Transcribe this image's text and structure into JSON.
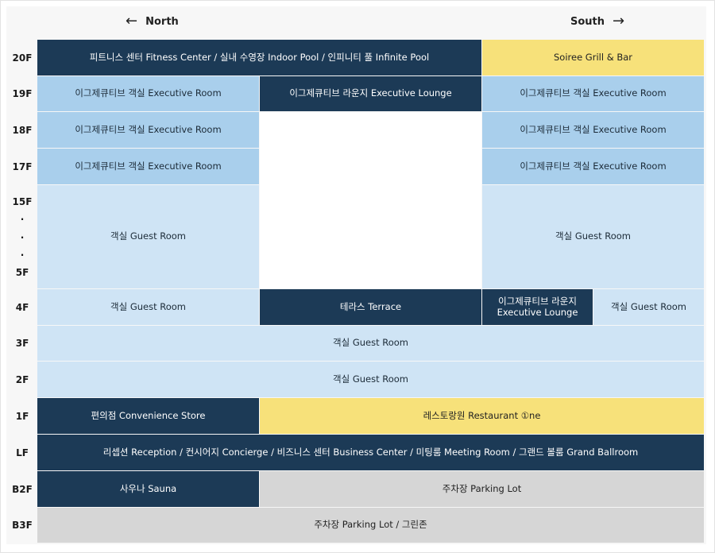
{
  "directions": {
    "north": {
      "label": "North",
      "arrow": "←"
    },
    "south": {
      "label": "South",
      "arrow": "→"
    }
  },
  "floors": {
    "f20": "20F",
    "f19": "19F",
    "f18": "18F",
    "f17": "17F",
    "f15_5": {
      "top": "15F",
      "dot1": "·",
      "dot2": "·",
      "dot3": "·",
      "bottom": "5F"
    },
    "f4": "4F",
    "f3": "3F",
    "f2": "2F",
    "f1": "1F",
    "lf": "LF",
    "b2f": "B2F",
    "b3f": "B3F"
  },
  "rooms": {
    "f20_north": "피트니스 센터 Fitness Center / 실내 수영장 Indoor Pool / 인피니티 풀 Infinite Pool",
    "f20_south": "Soiree Grill & Bar",
    "f19_north": "이그제큐티브 객실 Executive Room",
    "f19_center": "이그제큐티브 라운지 Executive Lounge",
    "f19_south": "이그제큐티브 객실 Executive Room",
    "f18_north": "이그제큐티브 객실 Executive Room",
    "f18_south": "이그제큐티브 객실 Executive Room",
    "f17_north": "이그제큐티브 객실 Executive Room",
    "f17_south": "이그제큐티브 객실 Executive Room",
    "f15_5_north": "객실 Guest Room",
    "f15_5_south": "객실 Guest Room",
    "f4_north": "객실 Guest Room",
    "f4_center": "테라스 Terrace",
    "f4_lounge_line1": "이그제큐티브 라운지",
    "f4_lounge_line2": "Executive Lounge",
    "f4_south": "객실 Guest Room",
    "f3_all": "객실 Guest Room",
    "f2_all": "객실 Guest Room",
    "f1_north": "편의점 Convenience Store",
    "f1_south": "레스토랑원 Restaurant ①ne",
    "lf_all": "리셉션 Reception / 컨시어지 Concierge / 비즈니스 센터 Business Center / 미팅룸 Meeting Room / 그랜드 볼룸 Grand Ballroom",
    "b2f_north": "사우나 Sauna",
    "b2f_south": "주차장 Parking Lot",
    "b3f_all": "주차장 Parking Lot / 그린존"
  },
  "colors": {
    "navy": "#1c3a56",
    "yellow": "#f7e17a",
    "executive_blue": "#a9cfec",
    "guest_light_blue": "#cfe4f5",
    "parking_gray": "#d6d6d6"
  }
}
